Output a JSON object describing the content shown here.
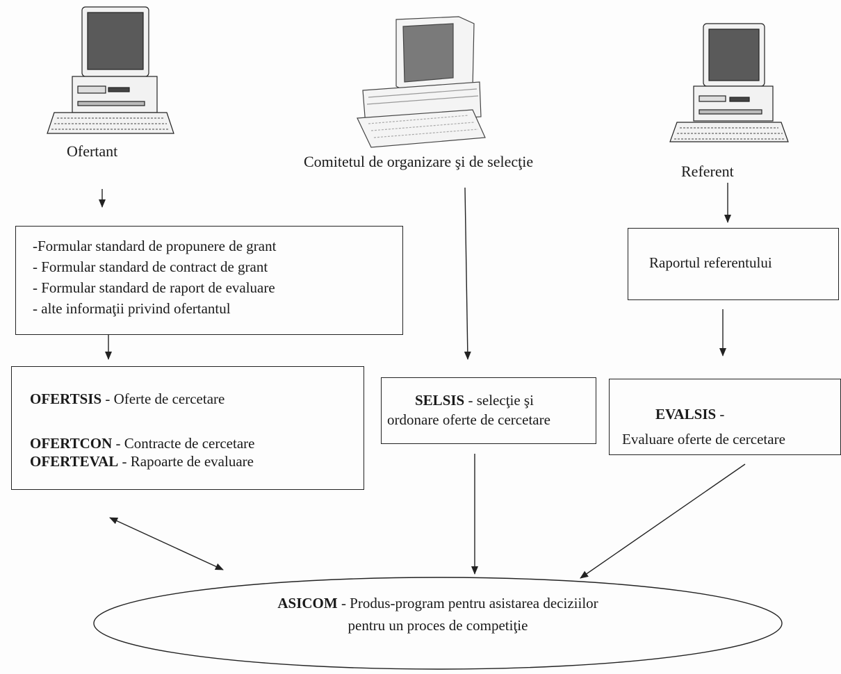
{
  "actors": {
    "ofertant": "Ofertant",
    "comitet": "Comitetul de organizare şi de selecţie",
    "referent": "Referent"
  },
  "forms_box": {
    "lines": [
      "-Formular standard de propunere de grant",
      "- Formular standard de contract de grant",
      "- Formular standard de raport de evaluare",
      "- alte informaţii  privind ofertantul"
    ]
  },
  "report_box": {
    "text": "Raportul  referentului"
  },
  "ofert_box": {
    "items": [
      {
        "code": "OFERTSIS",
        "desc": " - Oferte de cercetare"
      },
      {
        "code": "OFERTCON",
        "desc": " - Contracte de  cercetare"
      },
      {
        "code": "OFERTEVAL",
        "desc": " - Rapoarte de evaluare"
      }
    ]
  },
  "selsis_box": {
    "code": "SELSIS",
    "desc": " - selecţie  şi",
    "line2": "ordonare oferte de cercetare"
  },
  "evalsis_box": {
    "code": "EVALSIS",
    "desc": " -",
    "line2": "Evaluare oferte de cercetare"
  },
  "asicom": {
    "code": "ASICOM",
    "desc": " - Produs-program pentru asistarea deciziilor",
    "line2": "pentru un proces de competiţie"
  }
}
